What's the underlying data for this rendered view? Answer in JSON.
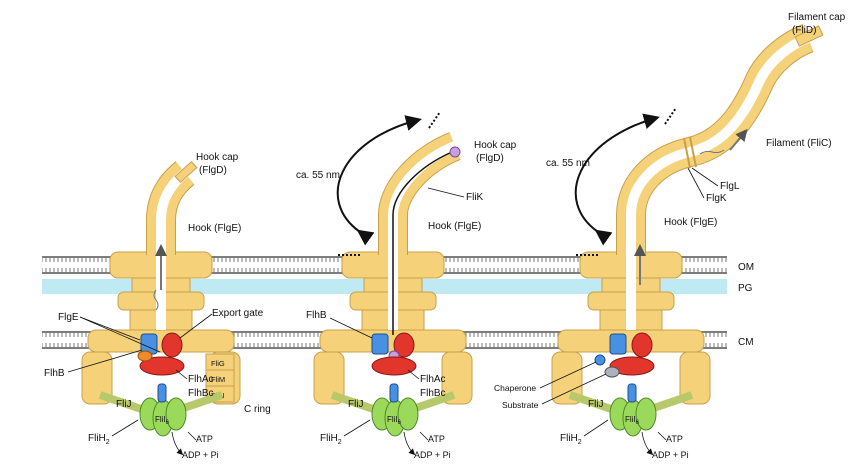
{
  "colors": {
    "membrane_grey": "#9a9a9a",
    "peptidoglycan": "#bfe9f3",
    "yellow": "#f5d27a",
    "yellow_stroke": "#c9a04a",
    "red": "#e2352b",
    "blue": "#4a90e2",
    "green": "#9ad95a",
    "purple": "#c8a0e0"
  },
  "layers": {
    "om": "OM",
    "pg": "PG",
    "cm": "CM"
  },
  "panel1": {
    "hook_cap": "Hook cap",
    "hook_cap_protein": "(FlgD)",
    "hook": "Hook (FlgE)",
    "flge": "FlgE",
    "export_gate": "Export gate",
    "flhb": "FlhB",
    "flhac": "FlhAc",
    "flhbc": "FlhBc",
    "flig": "FliG",
    "flim": "FliM",
    "flin": "FliN",
    "c_ring": "C ring",
    "flij": "FliJ",
    "flih2_main": "FliH",
    "flih2_sub": "2",
    "flii6_main": "FliI",
    "flii6_sub": "6",
    "atp": "ATP",
    "adp": "ADP + Pi"
  },
  "panel2": {
    "length": "ca. 55 nm",
    "hook_cap": "Hook cap",
    "hook_cap_protein": "(FlgD)",
    "flik": "FliK",
    "hook": "Hook (FlgE)",
    "flhb": "FlhB",
    "flhac": "FlhAc",
    "flhbc": "FlhBc",
    "flij": "FliJ",
    "flih2_main": "FliH",
    "flih2_sub": "2",
    "flii6_main": "FliI",
    "flii6_sub": "6",
    "atp": "ATP",
    "adp": "ADP + Pi"
  },
  "panel3": {
    "filament_cap": "Filament cap",
    "filament_cap_protein": "(FliD)",
    "filament": "Filament (FliC)",
    "length": "ca. 55 nm",
    "flgl": "FlgL",
    "flgk": "FlgK",
    "hook": "Hook (FlgE)",
    "chaperone": "Chaperone",
    "substrate": "Substrate",
    "flij": "FliJ",
    "flih2_main": "FliH",
    "flih2_sub": "2",
    "flii6_main": "FliI",
    "flii6_sub": "6",
    "atp": "ATP",
    "adp": "ADP + Pi"
  }
}
